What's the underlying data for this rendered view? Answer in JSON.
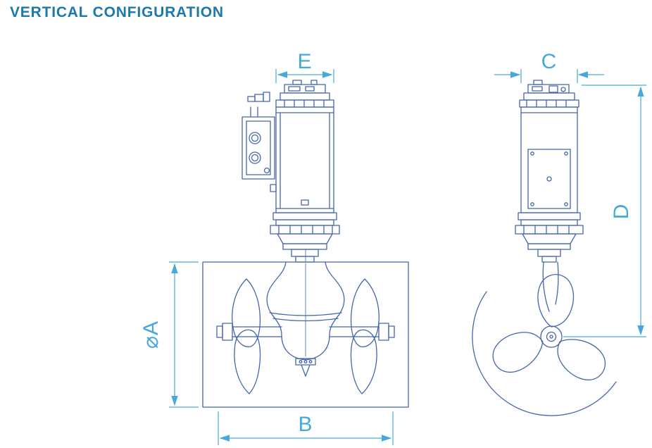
{
  "title": "VERTICAL CONFIGURATION",
  "views": [
    {
      "id": "front-view",
      "dimension_labels": [
        "E",
        "⌀A",
        "B"
      ]
    },
    {
      "id": "side-view",
      "dimension_labels": [
        "C",
        "D"
      ]
    }
  ],
  "dimensions": {
    "e": "E",
    "c": "C",
    "phi_a": "⌀A",
    "b": "B",
    "d": "D"
  },
  "colors": {
    "title": "#1b79ad",
    "line": "#4565ae",
    "dimension": "#47a9da",
    "background": "#ffffff"
  }
}
